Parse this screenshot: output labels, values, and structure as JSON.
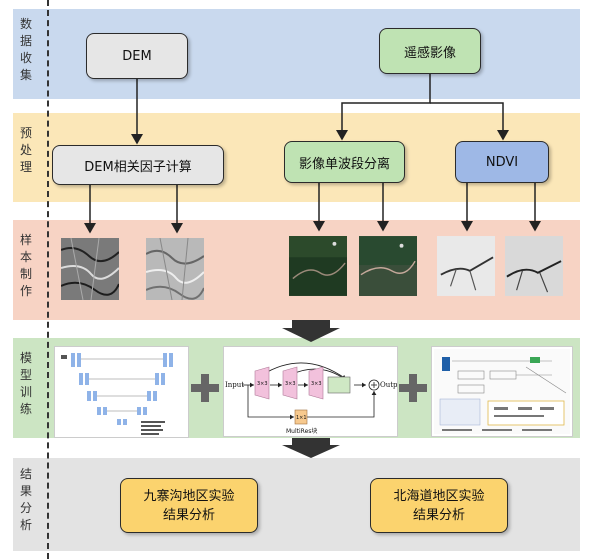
{
  "stages": [
    {
      "id": "collect",
      "label": "数据收集"
    },
    {
      "id": "preprocess",
      "label": "预处理"
    },
    {
      "id": "sample",
      "label": "样本制作"
    },
    {
      "id": "train",
      "label": "模型训练"
    },
    {
      "id": "analysis",
      "label": "结果分析"
    }
  ],
  "boxes": {
    "dem": "DEM",
    "remote": "遥感影像",
    "dem_factor": "DEM相关因子计算",
    "band_sep": "影像单波段分离",
    "ndvi": "NDVI",
    "jiuzhaigou": "九寨沟地区实验结果分析",
    "hokkaido": "北海道地区实验结果分析"
  },
  "colors": {
    "collect_bg": "#c9d9ee",
    "preprocess_bg": "#fbe7b8",
    "sample_bg": "#f7d3c4",
    "train_bg": "#cce5c3",
    "analysis_bg": "#e3e3e3"
  },
  "multires": {
    "input": "Input",
    "output": "Output",
    "conv3": "3×3",
    "conv1": "1×1",
    "block": "MultiRes块"
  }
}
